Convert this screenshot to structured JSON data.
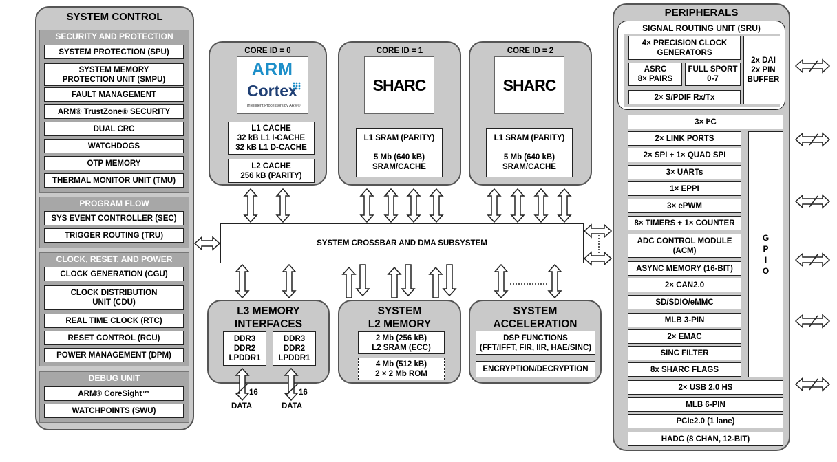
{
  "system_control": {
    "title": "SYSTEM CONTROL",
    "security": {
      "heading": "SECURITY AND PROTECTION",
      "items": [
        "SYSTEM PROTECTION (SPU)",
        "SYSTEM MEMORY\nPROTECTION UNIT (SMPU)",
        "FAULT MANAGEMENT",
        "ARM® TrustZone® SECURITY",
        "DUAL CRC",
        "WATCHDOGS",
        "OTP MEMORY",
        "THERMAL MONITOR UNIT (TMU)"
      ]
    },
    "program_flow": {
      "heading": "PROGRAM FLOW",
      "items": [
        "SYS EVENT CONTROLLER (SEC)",
        "TRIGGER ROUTING (TRU)"
      ]
    },
    "clock": {
      "heading": "CLOCK, RESET, AND POWER",
      "items": [
        "CLOCK GENERATION (CGU)",
        "CLOCK DISTRIBUTION\nUNIT (CDU)",
        "REAL TIME CLOCK (RTC)",
        "RESET CONTROL (RCU)",
        "POWER MANAGEMENT (DPM)"
      ]
    },
    "debug": {
      "heading": "DEBUG UNIT",
      "items": [
        "ARM® CoreSight™",
        "WATCHPOINTS (SWU)"
      ]
    }
  },
  "cores": [
    {
      "title": "CORE ID = 0",
      "logo_top": "ARM",
      "logo_main": "Cortex",
      "logo_sub": "Intelligent Processors by ARM®",
      "l1": "L1 CACHE\n32 kB L1 I-CACHE\n32 kB L1 D-CACHE",
      "l2": "L2 CACHE\n256 kB (PARITY)"
    },
    {
      "title": "CORE ID = 1",
      "logo": "SHARC",
      "l1": "L1 SRAM (PARITY)\n\n5 Mb (640 kB)\nSRAM/CACHE"
    },
    {
      "title": "CORE ID = 2",
      "logo": "SHARC",
      "l1": "L1 SRAM (PARITY)\n\n5 Mb (640 kB)\nSRAM/CACHE"
    }
  ],
  "crossbar": "SYSTEM CROSSBAR AND DMA SUBSYSTEM",
  "l3": {
    "title": "L3 MEMORY\nINTERFACES",
    "ifaces": [
      "DDR3\nDDR2\nLPDDR1",
      "DDR3\nDDR2\nLPDDR1"
    ],
    "bus_width": "16",
    "data_label": "DATA"
  },
  "l2mem": {
    "title": "SYSTEM\nL2 MEMORY",
    "sram": "2 Mb (256 kB)\nL2 SRAM (ECC)",
    "rom": "4 Mb (512 kB)\n2 × 2 Mb ROM"
  },
  "accel": {
    "title": "SYSTEM\nACCELERATION",
    "dsp": "DSP FUNCTIONS\n(FFT/IFFT, FIR, IIR, HAE/SINC)",
    "crypto": "ENCRYPTION/DECRYPTION"
  },
  "peripherals": {
    "title": "PERIPHERALS",
    "sru": {
      "title": "SIGNAL ROUTING UNIT (SRU)",
      "pcg": "4× PRECISION CLOCK\nGENERATORS",
      "asrc": "ASRC\n8× PAIRS",
      "sport": "FULL SPORT\n0-7",
      "dai": "2x DAI\n2x PIN\nBUFFER",
      "spdif": "2× S/PDIF Rx/Tx"
    },
    "i2c": "3× I²C",
    "gpio_items": [
      "2× LINK PORTS",
      "2× SPI + 1× QUAD SPI",
      "3× UARTs",
      "1× EPPI",
      "3× ePWM",
      "8× TIMERS + 1× COUNTER",
      "ADC CONTROL MODULE\n(ACM)",
      "ASYNC MEMORY (16-BIT)",
      "2× CAN2.0",
      "SD/SDIO/eMMC",
      "MLB 3-PIN",
      "2× EMAC",
      "SINC FILTER",
      "8x SHARC FLAGS"
    ],
    "gpio_letters": [
      "G",
      "P",
      "I",
      "O"
    ],
    "bottom_items": [
      "2× USB 2.0 HS",
      "MLB 6-PIN",
      "PCIe2.0 (1 lane)",
      "HADC (8 CHAN, 12-BIT)"
    ]
  }
}
